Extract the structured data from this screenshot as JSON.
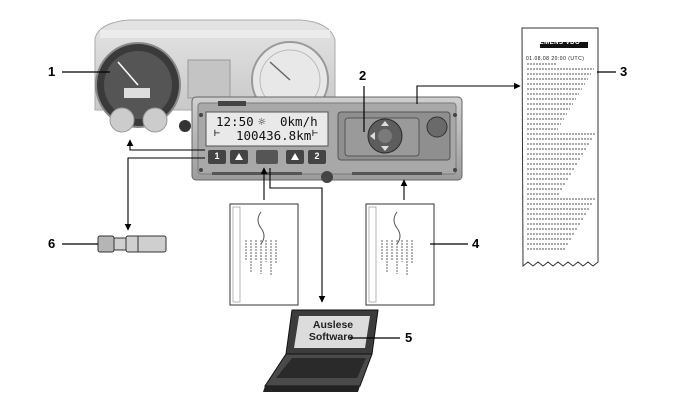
{
  "callouts": [
    "1",
    "2",
    "3",
    "4",
    "5",
    "6"
  ],
  "display": {
    "line1_time": "12:50",
    "line1_speed": "0km/h",
    "line2_odometer": "100436.8km"
  },
  "buttons": {
    "driver1": "1",
    "driver2": "2"
  },
  "printout": {
    "brand": "SIEMENS VDO",
    "date_line": "01.08.08 20:00 (UTC)"
  },
  "laptop": {
    "line1": "Auslese",
    "line2": "Software"
  },
  "colors": {
    "device_body": "#b9b9b9",
    "dashboard": "#d6d6d6",
    "line": "#000000"
  }
}
